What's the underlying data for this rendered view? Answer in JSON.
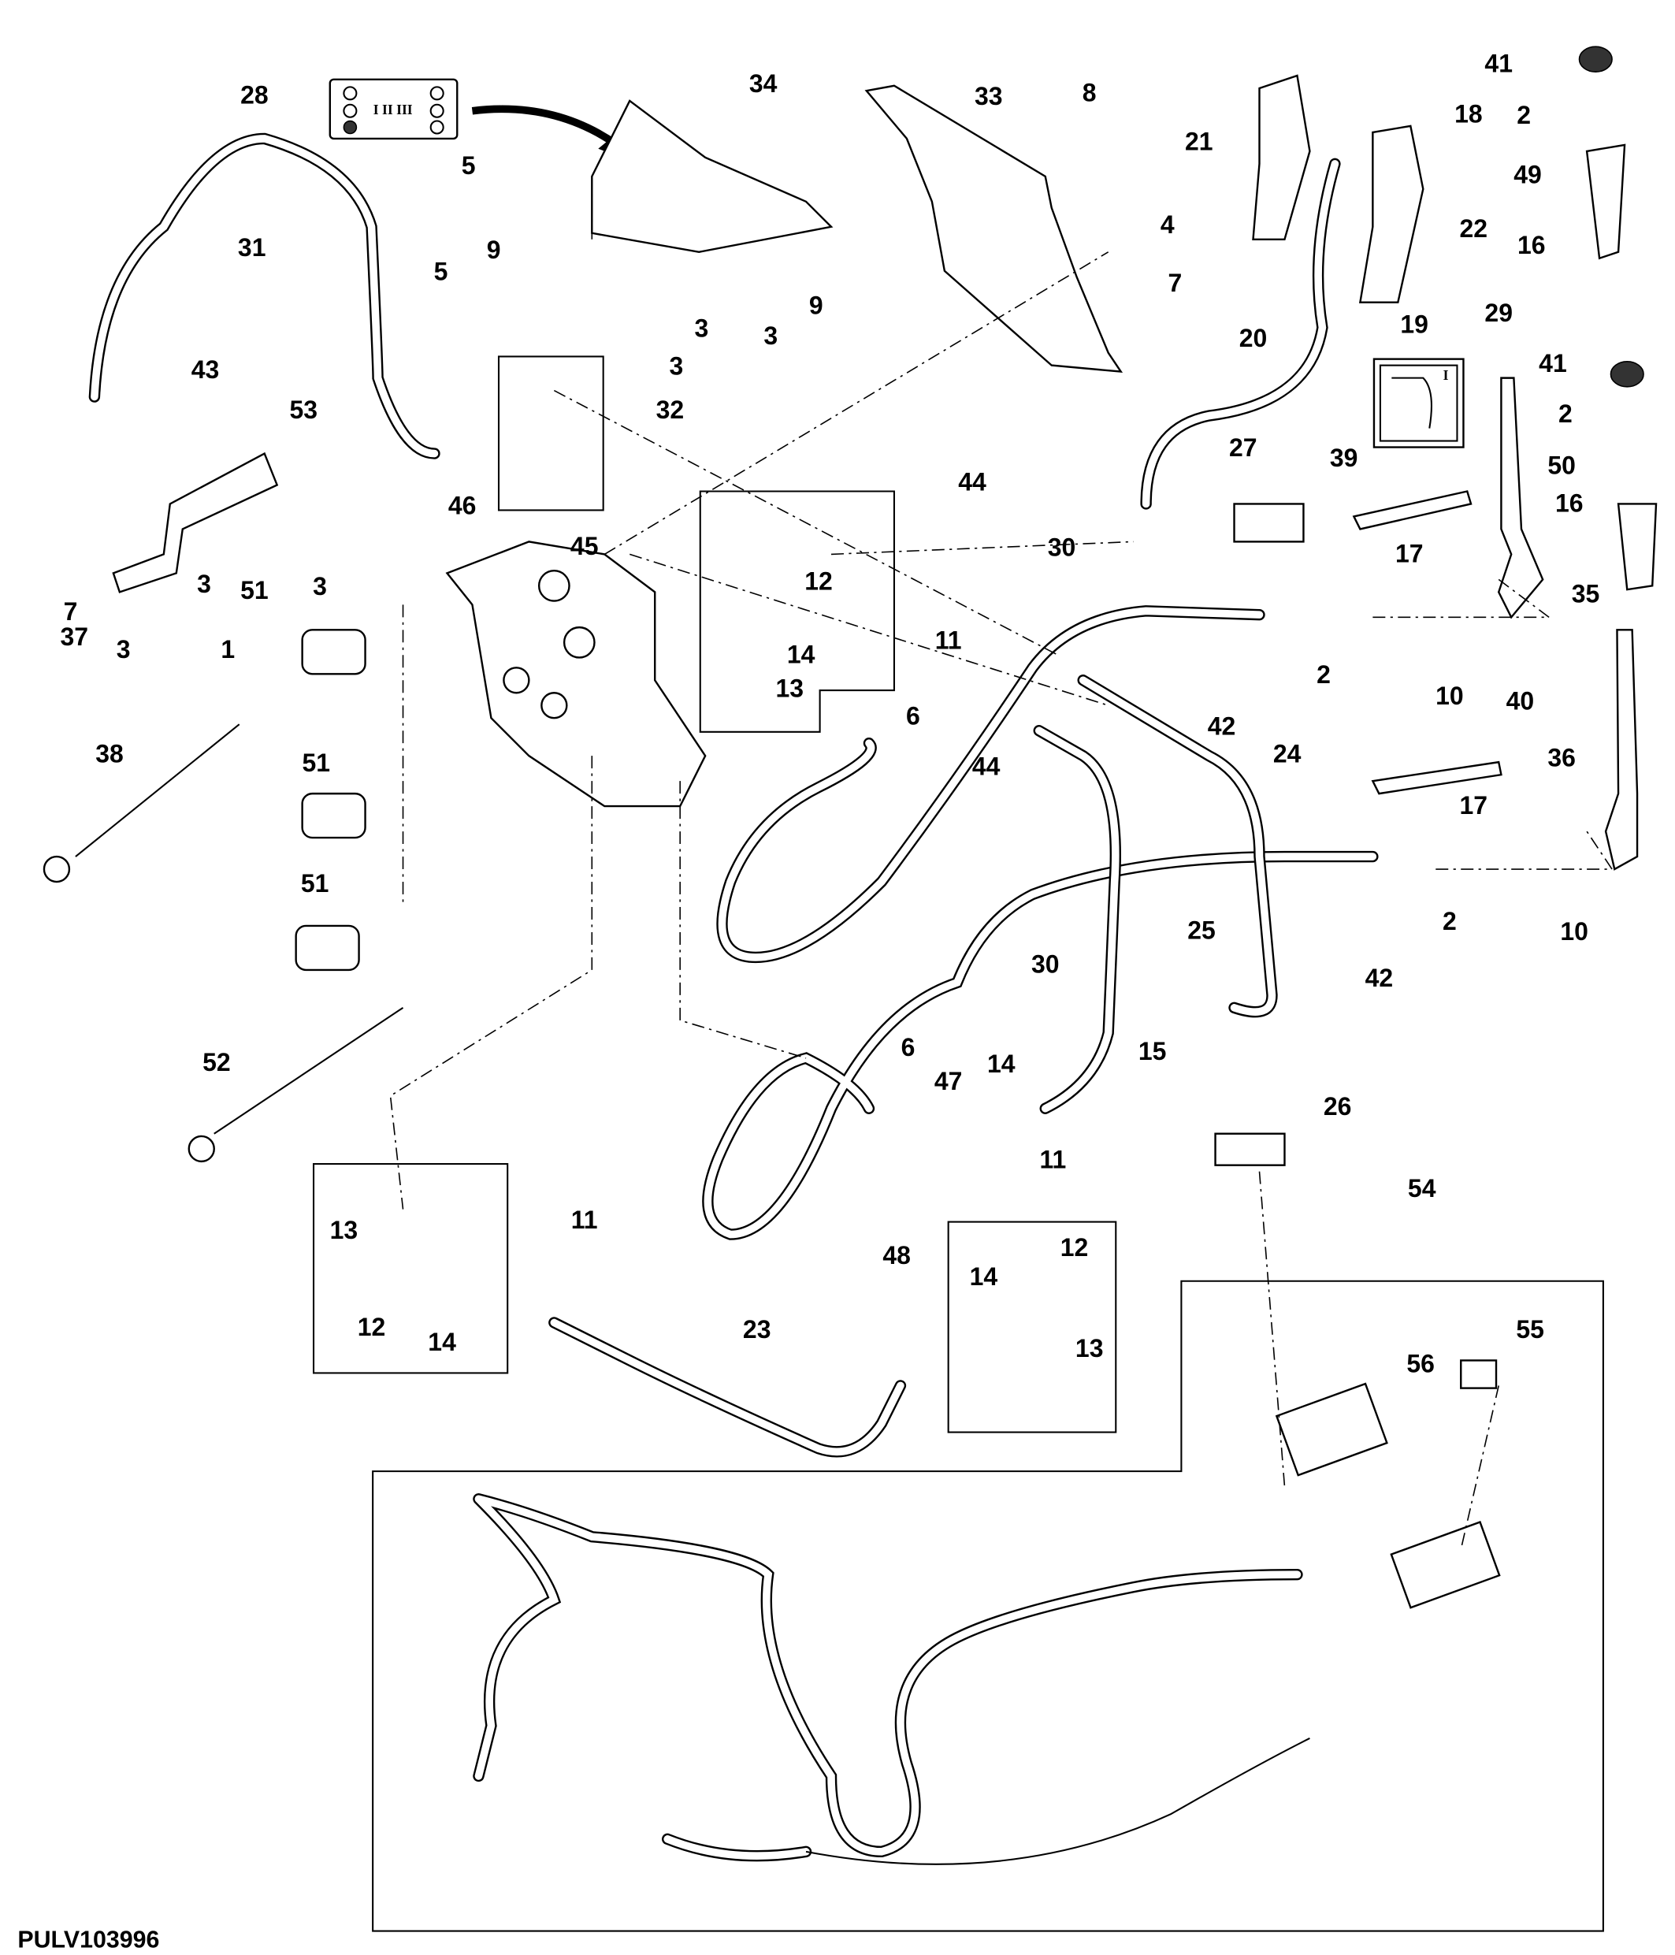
{
  "diagram_id": "PULV103996",
  "callouts": [
    "28",
    "34",
    "33",
    "8",
    "41",
    "2",
    "18",
    "21",
    "49",
    "22",
    "16",
    "5",
    "4",
    "31",
    "9",
    "9",
    "5",
    "7",
    "19",
    "29",
    "3",
    "3",
    "3",
    "20",
    "43",
    "41",
    "53",
    "32",
    "2",
    "27",
    "39",
    "50",
    "44",
    "46",
    "16",
    "45",
    "30",
    "17",
    "7",
    "3",
    "3",
    "51",
    "12",
    "35",
    "37",
    "3",
    "1",
    "11",
    "14",
    "13",
    "2",
    "10",
    "40",
    "6",
    "42",
    "24",
    "38",
    "51",
    "44",
    "36",
    "17",
    "25",
    "51",
    "2",
    "10",
    "30",
    "42",
    "6",
    "15",
    "47",
    "14",
    "52",
    "26",
    "11",
    "11",
    "13",
    "54",
    "12",
    "48",
    "14",
    "12",
    "14",
    "23",
    "55",
    "56",
    "13"
  ],
  "decals": {
    "decal_28_symbols": "I II III",
    "decal_29_symbol": "I"
  }
}
